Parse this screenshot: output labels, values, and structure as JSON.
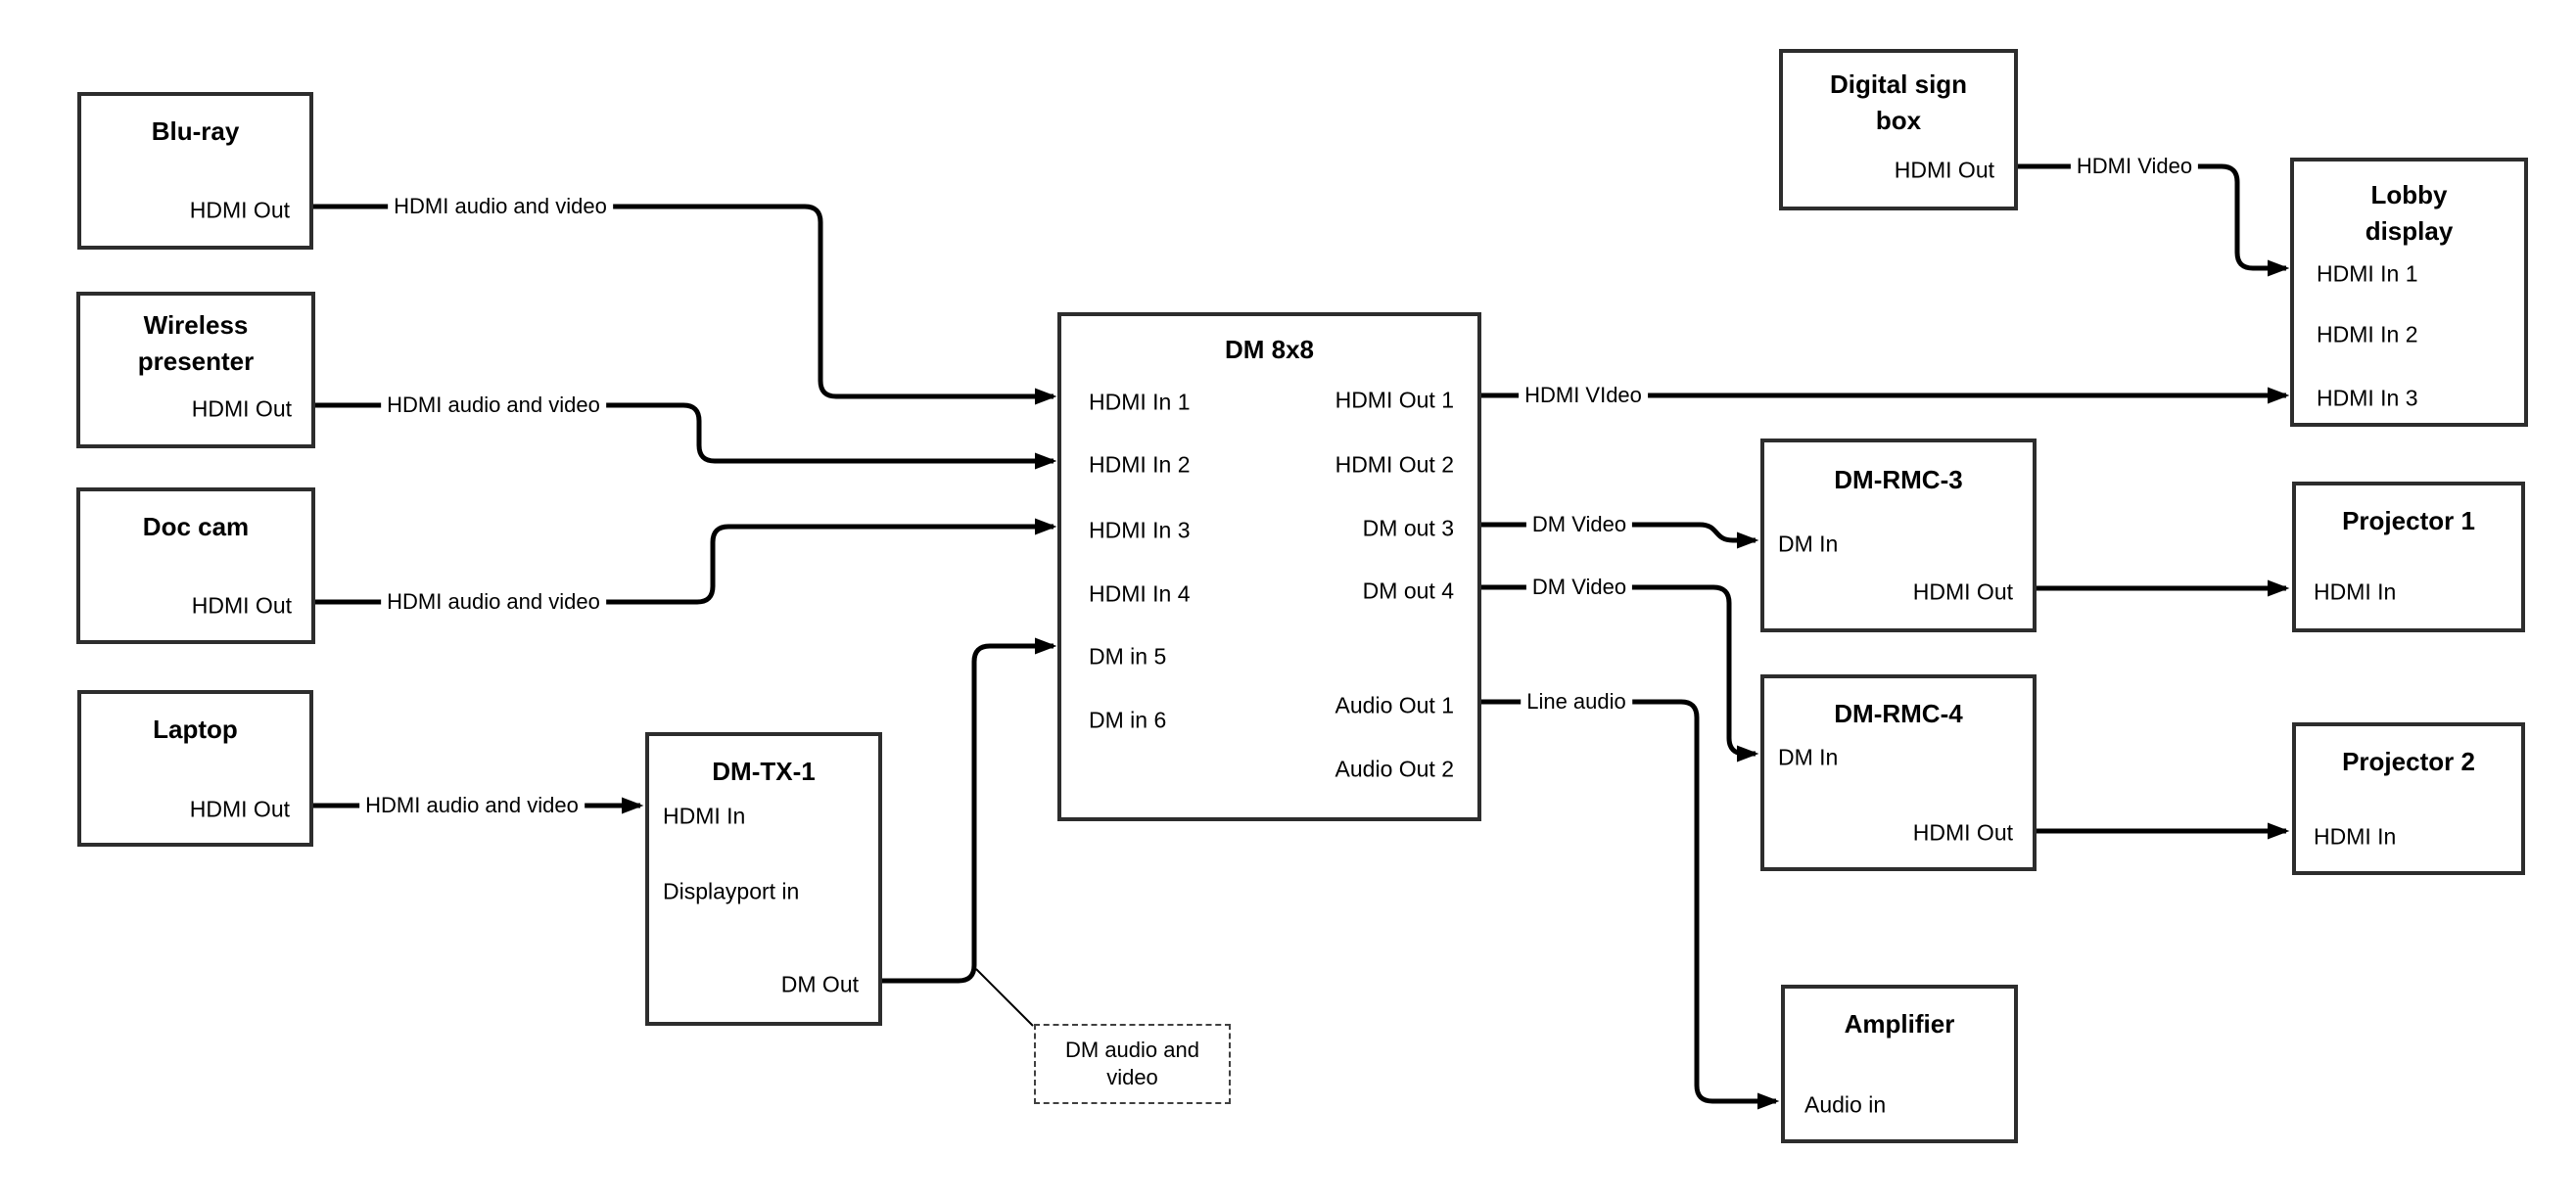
{
  "diagram": {
    "colors": {
      "background": "#ffffff",
      "line": "#000000",
      "box_border": "#2d2d2d"
    },
    "nodes": {
      "blu_ray": {
        "title": "Blu-ray",
        "ports": {
          "hdmi_out": "HDMI Out"
        }
      },
      "wireless_presenter": {
        "title": "Wireless presenter",
        "ports": {
          "hdmi_out": "HDMI Out"
        }
      },
      "doc_cam": {
        "title": "Doc cam",
        "ports": {
          "hdmi_out": "HDMI Out"
        }
      },
      "laptop": {
        "title": "Laptop",
        "ports": {
          "hdmi_out": "HDMI Out"
        }
      },
      "dm_tx_1": {
        "title": "DM-TX-1",
        "ports": {
          "hdmi_in": "HDMI In",
          "displayport_in": "Displayport in",
          "dm_out": "DM Out"
        }
      },
      "dm_8x8": {
        "title": "DM 8x8",
        "ports": {
          "hdmi_in_1": "HDMI In 1",
          "hdmi_in_2": "HDMI In 2",
          "hdmi_in_3": "HDMI In 3",
          "hdmi_in_4": "HDMI In 4",
          "dm_in_5": "DM in 5",
          "dm_in_6": "DM in 6",
          "hdmi_out_1": "HDMI Out 1",
          "hdmi_out_2": "HDMI Out 2",
          "dm_out_3": "DM out 3",
          "dm_out_4": "DM out 4",
          "audio_out_1": "Audio Out 1",
          "audio_out_2": "Audio Out 2"
        }
      },
      "digital_sign_box": {
        "title": "Digital sign box",
        "ports": {
          "hdmi_out": "HDMI Out"
        }
      },
      "lobby_display": {
        "title": "Lobby display",
        "ports": {
          "hdmi_in_1": "HDMI In 1",
          "hdmi_in_2": "HDMI In 2",
          "hdmi_in_3": "HDMI In 3"
        }
      },
      "dm_rmc_3": {
        "title": "DM-RMC-3",
        "ports": {
          "dm_in": "DM In",
          "hdmi_out": "HDMI Out"
        }
      },
      "projector_1": {
        "title": "Projector 1",
        "ports": {
          "hdmi_in": "HDMI In"
        }
      },
      "dm_rmc_4": {
        "title": "DM-RMC-4",
        "ports": {
          "dm_in": "DM In",
          "hdmi_out": "HDMI Out"
        }
      },
      "projector_2": {
        "title": "Projector 2",
        "ports": {
          "hdmi_in": "HDMI In"
        }
      },
      "amplifier": {
        "title": "Amplifier",
        "ports": {
          "audio_in": "Audio in"
        }
      }
    },
    "edge_labels": {
      "blu_ray_to_dm": "HDMI audio and video",
      "wireless_to_dm": "HDMI audio and video",
      "doc_cam_to_dm": "HDMI audio and video",
      "laptop_to_tx": "HDMI audio and video",
      "digital_sign_to_lobby": "HDMI Video",
      "hdmi_out_1_to_lobby": "HDMI VIdeo",
      "dm_out_3_to_rmc_3": "DM Video",
      "dm_out_4_to_rmc_4": "DM Video",
      "audio_out_1_to_amp": "Line audio"
    },
    "note": "DM audio and video"
  }
}
